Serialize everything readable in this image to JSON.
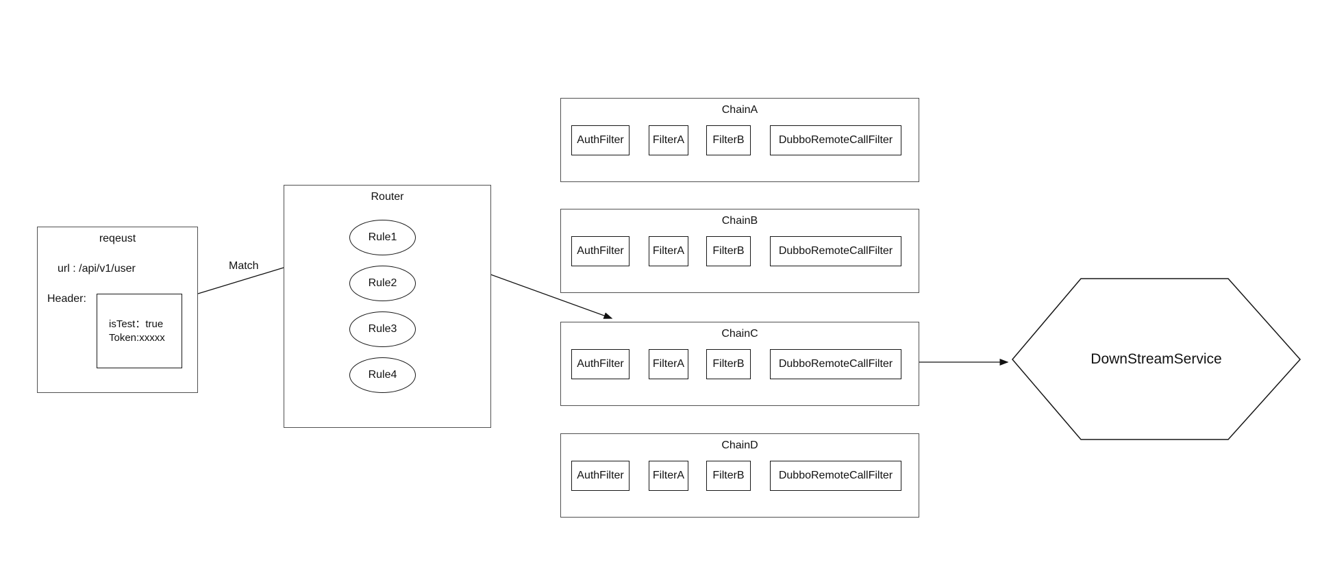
{
  "request": {
    "title": "reqeust",
    "url_line": "url : /api/v1/user",
    "header_label": "Header:",
    "header_line1": "isTest：true",
    "header_line2": "Token:xxxxx"
  },
  "router": {
    "title": "Router",
    "rules": [
      "Rule1",
      "Rule2",
      "Rule3",
      "Rule4"
    ]
  },
  "chains": [
    {
      "title": "ChainA",
      "filters": [
        "AuthFilter",
        "FilterA",
        "FilterB",
        "DubboRemoteCallFilter"
      ]
    },
    {
      "title": "ChainB",
      "filters": [
        "AuthFilter",
        "FilterA",
        "FilterB",
        "DubboRemoteCallFilter"
      ]
    },
    {
      "title": "ChainC",
      "filters": [
        "AuthFilter",
        "FilterA",
        "FilterB",
        "DubboRemoteCallFilter"
      ]
    },
    {
      "title": "ChainD",
      "filters": [
        "AuthFilter",
        "FilterA",
        "FilterB",
        "DubboRemoteCallFilter"
      ]
    }
  ],
  "downstream": {
    "label": "DownStreamService"
  },
  "edges": {
    "match_label": "Match"
  },
  "colors": {
    "outer_border": "#4f4f4f",
    "inner_border": "#161616",
    "line": "#111111",
    "text": "#111111",
    "bg": "#ffffff"
  }
}
